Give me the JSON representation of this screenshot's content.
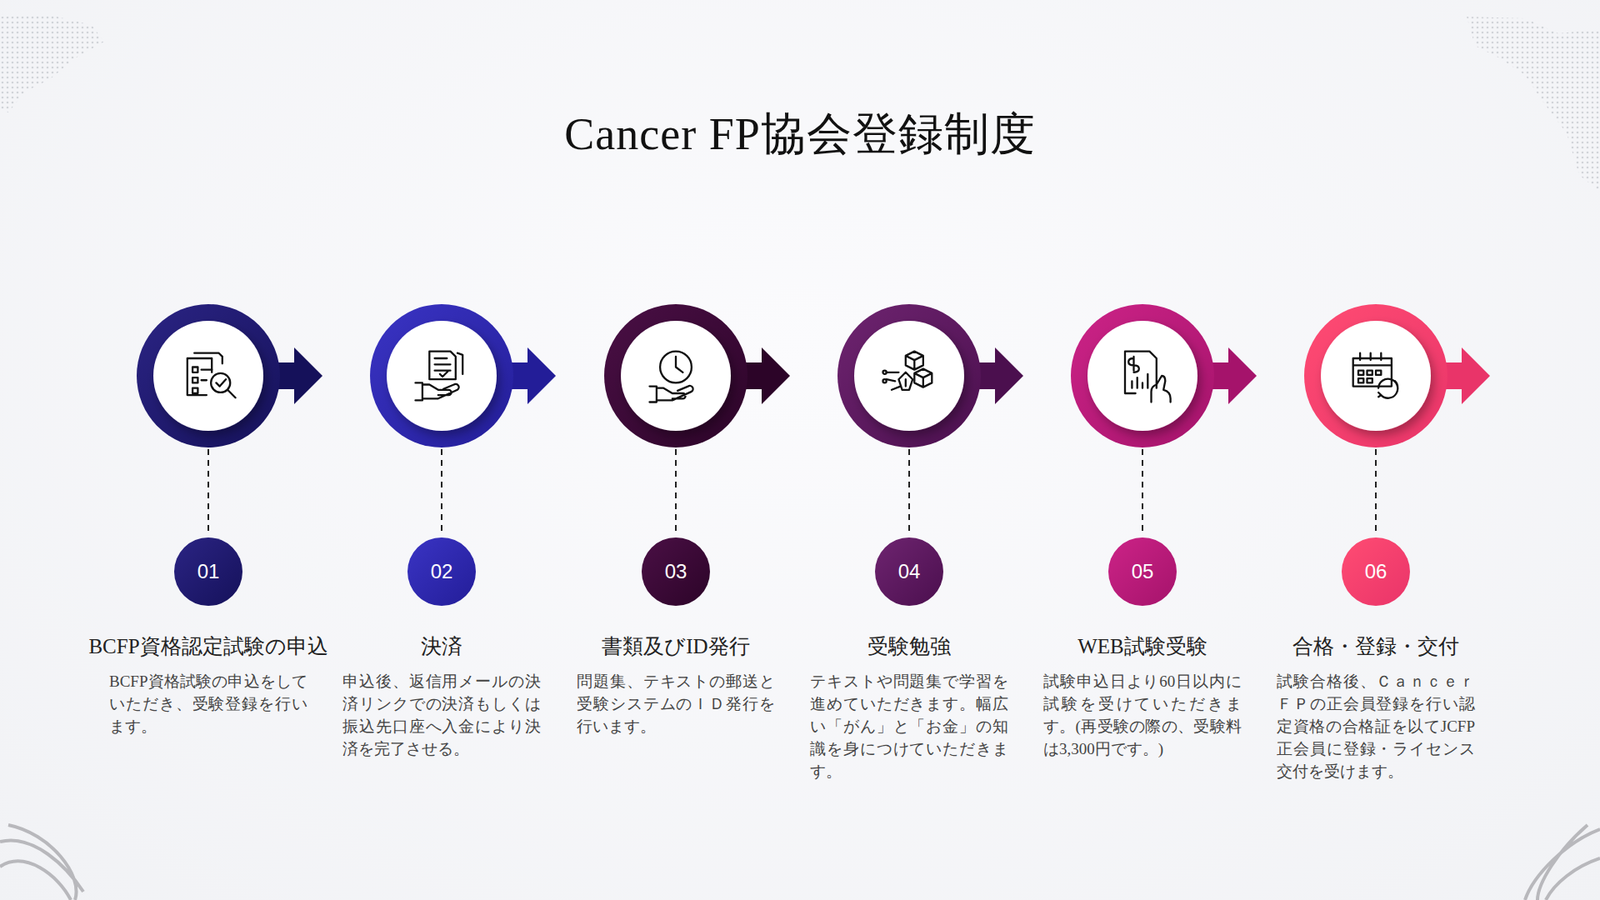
{
  "diagram": {
    "title": "Cancer FP協会登録制度",
    "nodes": [
      {
        "text": [
          "01",
          "BCFP資格認定試験の申込",
          "BCFP資格試験の申込をしていただき、受験登録を行います。"
        ]
      },
      {
        "text": [
          "02",
          "決済",
          "申込後、返信用メールの決済リンクでの決済もしくは振込先口座へ入金により決済を完了させる。"
        ]
      },
      {
        "text": [
          "03",
          "書類及びID発行",
          "問題集、テキストの郵送と受験システムのＩＤ発行を行います。"
        ]
      },
      {
        "text": [
          "04",
          "受験勉強",
          "テキストや問題集で学習を進めていただきます。幅広い「がん」と「お金」の知識を身につけていただきます。"
        ]
      },
      {
        "text": [
          "05",
          "WEB試験受験",
          "試験申込日より60日以内に試験を受けていただきます。(再受験の際の、受験料は3,300円です。)"
        ]
      },
      {
        "text": [
          "06",
          "合格・登録・交付",
          "試験合格後、Ｃａｎｃｅｒ　ＦＰの正会員登録を行い認定資格の合格証を以てJCFP正会員に登録・ライセンス交付を受けます。"
        ]
      }
    ]
  }
}
